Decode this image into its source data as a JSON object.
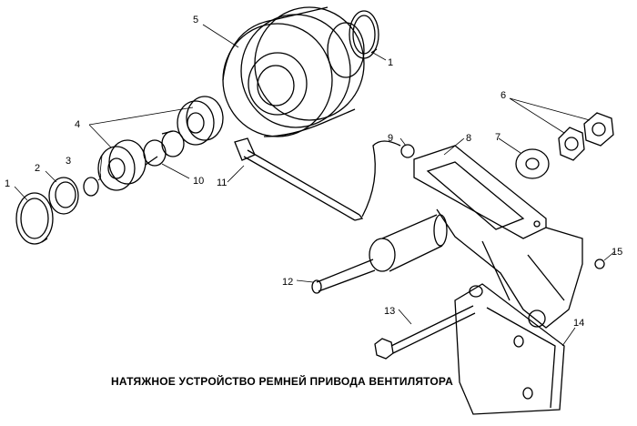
{
  "caption": "НАТЯЖНОЕ УСТРОЙСТВО РЕМНЕЙ ПРИВОДА ВЕНТИЛЯТОРА",
  "colors": {
    "line": "#000000",
    "background": "#ffffff"
  },
  "callouts": {
    "c1a": "1",
    "c1b": "1",
    "c2": "2",
    "c3": "3",
    "c4": "4",
    "c5": "5",
    "c6": "6",
    "c7": "7",
    "c8": "8",
    "c9": "9",
    "c10": "10",
    "c11": "11",
    "c12": "12",
    "c13": "13",
    "c14": "14",
    "c15": "15"
  }
}
